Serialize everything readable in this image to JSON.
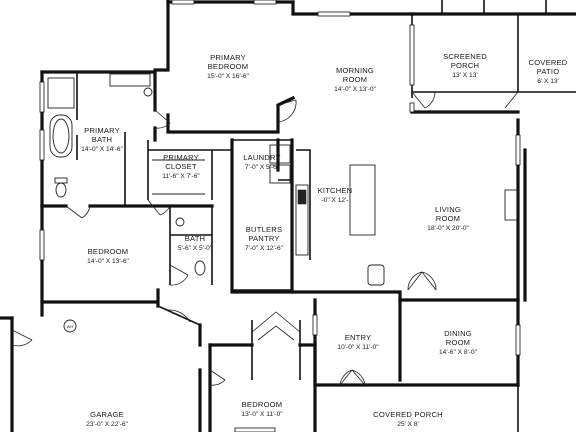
{
  "rooms": [
    {
      "id": "primary-bedroom",
      "name_lines": [
        "PRIMARY",
        "BEDROOM"
      ],
      "dims": "15'-0\" X 16'-6\""
    },
    {
      "id": "morning-room",
      "name_lines": [
        "MORNING",
        "ROOM"
      ],
      "dims": "14'-0\" X 13'-0\""
    },
    {
      "id": "screened-porch",
      "name_lines": [
        "SCREENED",
        "PORCH"
      ],
      "dims": "13' X 13'"
    },
    {
      "id": "covered-patio",
      "name_lines": [
        "COVERED",
        "PATIO"
      ],
      "dims": "6' X 13'"
    },
    {
      "id": "primary-bath",
      "name_lines": [
        "PRIMARY",
        "BATH"
      ],
      "dims": "14'-0\" X 14'-6\""
    },
    {
      "id": "primary-closet",
      "name_lines": [
        "PRIMARY",
        "CLOSET"
      ],
      "dims": "11'-6\" X 7'-6\""
    },
    {
      "id": "laundry",
      "name_lines": [
        "LAUNDRY"
      ],
      "dims": "7'-0\" X 5'-6\""
    },
    {
      "id": "kitchen",
      "name_lines": [
        "KITCHEN"
      ],
      "dims": "-0\" X 12'-"
    },
    {
      "id": "living-room",
      "name_lines": [
        "LIVING",
        "ROOM"
      ],
      "dims": "18'-0\" X 20'-0\""
    },
    {
      "id": "bedroom-1",
      "name_lines": [
        "BEDROOM"
      ],
      "dims": "14'-0\" X 13'-6\""
    },
    {
      "id": "bath",
      "name_lines": [
        "BATH"
      ],
      "dims": "5'-6\" X 5'-0\""
    },
    {
      "id": "butlers-pantry",
      "name_lines": [
        "BUTLERS",
        "PANTRY"
      ],
      "dims": "7'-0\" X 12'-6\""
    },
    {
      "id": "entry",
      "name_lines": [
        "ENTRY"
      ],
      "dims": "10'-0\" X 11'-0\""
    },
    {
      "id": "dining-room",
      "name_lines": [
        "DINING",
        "ROOM"
      ],
      "dims": "14'-6\" X 8'-0\""
    },
    {
      "id": "garage",
      "name_lines": [
        "GARAGE"
      ],
      "dims": "23'-0\" X 22'-6\""
    },
    {
      "id": "bedroom-2",
      "name_lines": [
        "BEDROOM"
      ],
      "dims": "13'-0\" X 11'-0\""
    },
    {
      "id": "covered-porch",
      "name_lines": [
        "COVERED PORCH"
      ],
      "dims": "25' X 8'"
    }
  ],
  "fixtures": {
    "water_heater_label": "WH"
  }
}
